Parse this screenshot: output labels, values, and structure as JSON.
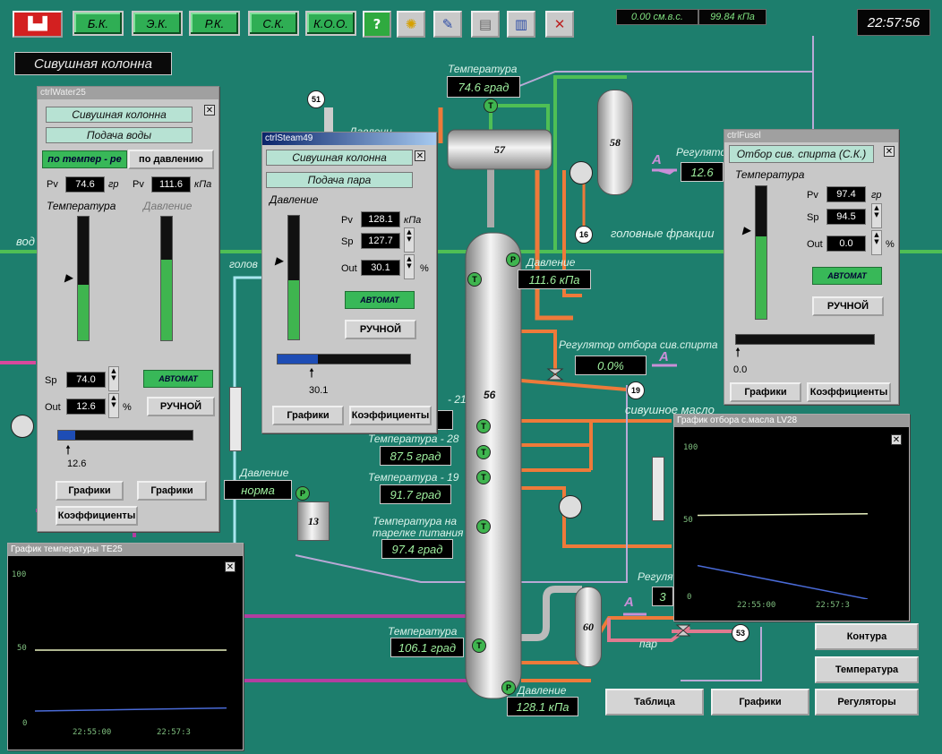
{
  "toolbar": {
    "buttons": [
      "Б.К.",
      "Э.К.",
      "Р.К.",
      "С.К.",
      "К.О.О."
    ],
    "help": "?",
    "status_pressure_1": "0.00 см.в.с.",
    "status_pressure_2": "99.84 кПа",
    "clock": "22:57:56"
  },
  "page_title": "Сивушная колонна",
  "scheme": {
    "temp_top_label": "Температура",
    "temp_top_value": "74.6 град",
    "reg_label_top": "Регулято",
    "reg_value_top": "12.6",
    "column_57": "57",
    "tank_58": "58",
    "column_56": "56",
    "tank_13": "13",
    "tank_60": "60",
    "pressure_label": "Давление",
    "pressure_value": "111.6 кПа",
    "water_label": "вод",
    "head_fraction_label": "головные фракции",
    "head_label_2": "голов",
    "reg_fusel_label": "Регулятор отбора сив.спирта",
    "reg_fusel_value": "0.0%",
    "fusel_oil_label": "сивушное масло",
    "temp28_label": "Температура - 28",
    "temp28_value": "87.5 град",
    "temp21_label": "- 21",
    "temp19_label": "Температура - 19",
    "temp19_value": "91.7 град",
    "temp_feed_label": "Температура на тарелке питания",
    "temp_feed_value": "97.4 град",
    "temp_bottom_label": "Температура",
    "temp_bottom_value": "106.1 град",
    "pressure_bottom_label": "Давление",
    "pressure_bottom_value": "128.1 кПа",
    "pressure_left_label": "Давление",
    "pressure_left_value": "норма",
    "steam_label": "пар",
    "reg_bottom_label": "Регуля",
    "reg_bottom_value": "3",
    "marker_a": "А",
    "circles": [
      "51",
      "16",
      "19",
      "53"
    ],
    "sensor_t": "T",
    "sensor_p": "P",
    "partial_label": "Давлени"
  },
  "win_water": {
    "title": "ctrlWater25",
    "header1": "Сивушная колонна",
    "header2": "Подача воды",
    "mode_temp": "по темпер - ре",
    "mode_pressure": "по давлению",
    "pv_label": "Pv",
    "pv_temp": "74.6",
    "unit_temp": "гр",
    "pv_pressure": "111.6",
    "unit_pressure": "кПа",
    "gauge_temp_label": "Температура",
    "gauge_pressure_label": "Давление",
    "gauge_temp_level": 0.45,
    "gauge_pressure_level": 0.65,
    "sp_label": "Sp",
    "sp_value": "74.0",
    "out_label": "Out",
    "out_value": "12.6",
    "percent": "%",
    "auto": "АВТОМАТ",
    "manual": "РУЧНОЙ",
    "bar_level": 0.126,
    "bar_value": "12.6",
    "graphs1": "Графики",
    "graphs2": "Графики",
    "coeffs": "Коэффициенты"
  },
  "win_steam": {
    "title": "ctrlSteam49",
    "header1": "Сивушная колонна",
    "header2": "Подача пара",
    "gauge_label": "Давление",
    "gauge_level": 0.48,
    "pv_label": "Pv",
    "pv_value": "128.1",
    "unit": "кПа",
    "sp_label": "Sp",
    "sp_value": "127.7",
    "out_label": "Out",
    "out_value": "30.1",
    "percent": "%",
    "auto": "АВТОМАТ",
    "manual": "РУЧНОЙ",
    "bar_level": 0.301,
    "bar_value": "30.1",
    "graphs": "Графики",
    "coeffs": "Коэффициенты"
  },
  "win_fusel": {
    "title": "ctrlFusel",
    "header1": "Отбор сив. спирта (С.К.)",
    "gauge_label": "Температура",
    "gauge_level": 0.62,
    "pv_label": "Pv",
    "pv_value": "97.4",
    "unit": "гр",
    "sp_label": "Sp",
    "sp_value": "94.5",
    "out_label": "Out",
    "out_value": "0.0",
    "percent": "%",
    "auto": "АВТОМАТ",
    "manual": "РУЧНОЙ",
    "bar_level": 0.0,
    "bar_value": "0.0",
    "graphs": "Графики",
    "coeffs": "Коэффициенты"
  },
  "chart_temp": {
    "title": "График температуры ТЕ25",
    "y_max": "100",
    "y_mid": "50",
    "y_min": "0",
    "x_start": "22:55:00",
    "x_end": "22:57:3"
  },
  "chart_lv": {
    "title": "График отбора с.масла LV28",
    "y_max": "100",
    "y_mid": "50",
    "y_min": "0",
    "x_start": "22:55:00",
    "x_end": "22:57:3"
  },
  "chart_data": [
    {
      "type": "line",
      "title": "График температуры ТЕ25",
      "x": [
        "22:55:00",
        "22:57:3"
      ],
      "ylim": [
        0,
        100
      ],
      "series": [
        {
          "name": "",
          "values": [
            50,
            50
          ]
        },
        {
          "name": "",
          "values": [
            10,
            12
          ]
        }
      ]
    },
    {
      "type": "line",
      "title": "График отбора с.масла LV28",
      "x": [
        "22:55:00",
        "22:57:3"
      ],
      "ylim": [
        0,
        100
      ],
      "series": [
        {
          "name": "",
          "values": [
            55,
            56
          ]
        },
        {
          "name": "",
          "values": [
            22,
            0
          ]
        }
      ]
    }
  ],
  "nav": {
    "contours": "Контура",
    "temperature": "Температура",
    "table": "Таблица",
    "graphs": "Графики",
    "regulators": "Регуляторы"
  }
}
